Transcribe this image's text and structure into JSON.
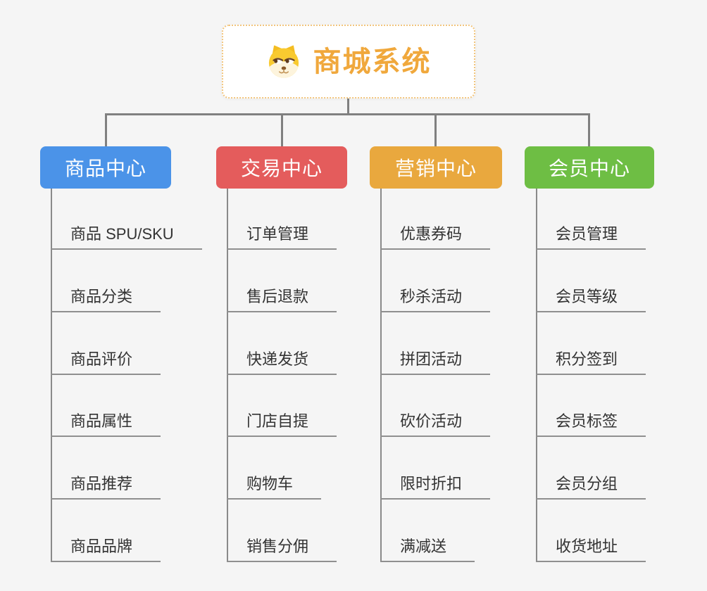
{
  "root": {
    "title": "商城系统",
    "icon": "shiba-dog-icon",
    "title_color": "#f0a83c",
    "border_color": "#f2c57d"
  },
  "colors": {
    "page_background": "#f5f5f5",
    "connector_gray": "#808080",
    "trunk_gray": "#8a8a8a",
    "underline_gray": "#8f8f8f",
    "leaf_text": "#333333",
    "branch_text": "#ffffff"
  },
  "branches": [
    {
      "label": "商品中心",
      "color": "#4b93e8",
      "items": [
        "商品 SPU/SKU",
        "商品分类",
        "商品评价",
        "商品属性",
        "商品推荐",
        "商品品牌"
      ]
    },
    {
      "label": "交易中心",
      "color": "#e45c5c",
      "items": [
        "订单管理",
        "售后退款",
        "快递发货",
        "门店自提",
        "购物车",
        "销售分佣"
      ]
    },
    {
      "label": "营销中心",
      "color": "#e9a83e",
      "items": [
        "优惠券码",
        "秒杀活动",
        "拼团活动",
        "砍价活动",
        "限时折扣",
        "满减送"
      ]
    },
    {
      "label": "会员中心",
      "color": "#6ebe44",
      "items": [
        "会员管理",
        "会员等级",
        "积分签到",
        "会员标签",
        "会员分组",
        "收货地址"
      ]
    }
  ]
}
